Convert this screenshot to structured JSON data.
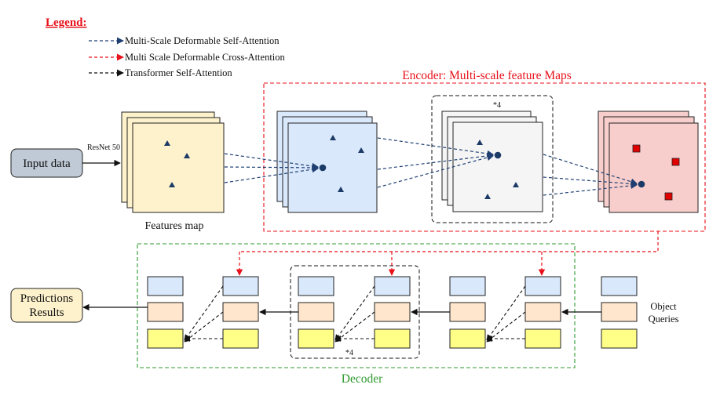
{
  "legend": {
    "title": "Legend:",
    "items": [
      {
        "label": "Multi-Scale Deformable Self-Attention",
        "color": "#1f3f73"
      },
      {
        "label": "Multi Scale Deformable Cross-Attention",
        "color": "#e8101a"
      },
      {
        "label": "Transformer Self-Attention",
        "color": "#111111"
      }
    ]
  },
  "input": {
    "label": "Input data",
    "color": "#bfcad6"
  },
  "backbone": {
    "label": "ResNet 50"
  },
  "features": {
    "label": "Features map",
    "color": "#fef2cc"
  },
  "encoder": {
    "title": "Encoder: Multi-scale feature Maps",
    "repeat": "*4",
    "color": "#e8101a"
  },
  "decoder": {
    "title": "Decoder",
    "repeat": "*4",
    "color": "#2f9a2f"
  },
  "object_queries": {
    "line1": "Object",
    "line2": "Queries"
  },
  "predictions": {
    "line1": "Predictions",
    "line2": "Results",
    "color": "#fef2cc"
  },
  "colors": {
    "encoder_blue": "#dae8fc",
    "encoder_gray": "#f5f5f5",
    "encoder_pink": "#f8cecc",
    "decoder_blue": "#dae8fc",
    "decoder_peach": "#ffe6cc",
    "decoder_yellow": "#ffff88",
    "marker_navy": "#1b3a66",
    "marker_red": "#e00000"
  }
}
